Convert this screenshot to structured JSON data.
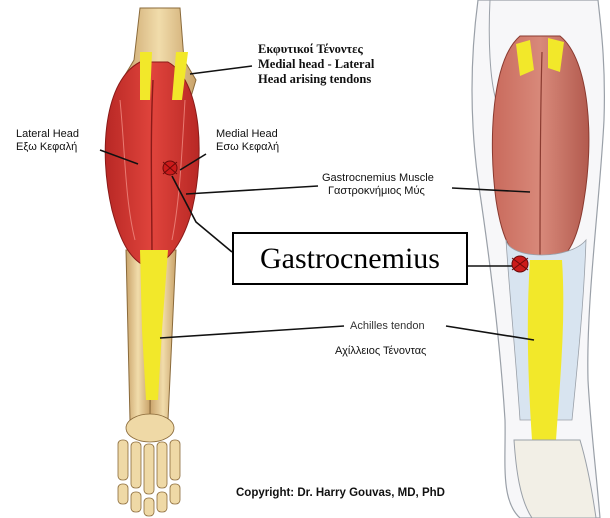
{
  "labels": {
    "tendons_line1": "Εκφυτικοί Τένοντες",
    "tendons_line2": "Medial head - Lateral",
    "tendons_line3": "Head arising tendons",
    "lateral_head": "Lateral Head",
    "lateral_head_gr": "Εξω Κεφαλή",
    "medial_head": "Medial Head",
    "medial_head_gr": "Εσω Κεφαλή",
    "gastro_muscle": "Gastrocnemius Muscle",
    "gastro_muscle_gr": "Γαστροκνήμιος Μύς",
    "callout": "Gastrocnemius",
    "achilles": "Achilles tendon",
    "achilles_gr": "Αχίλλειος Τένοντας",
    "copyright": "Copyright: Dr. Harry Gouvas, MD, PhD"
  },
  "colors": {
    "muscle": "#d8322e",
    "muscle_dark": "#a8201e",
    "tendon": "#f2e82a",
    "bone": "#e8cf9a",
    "leg_outline": "#9aa0a8",
    "marker": "#cc1b1b"
  }
}
